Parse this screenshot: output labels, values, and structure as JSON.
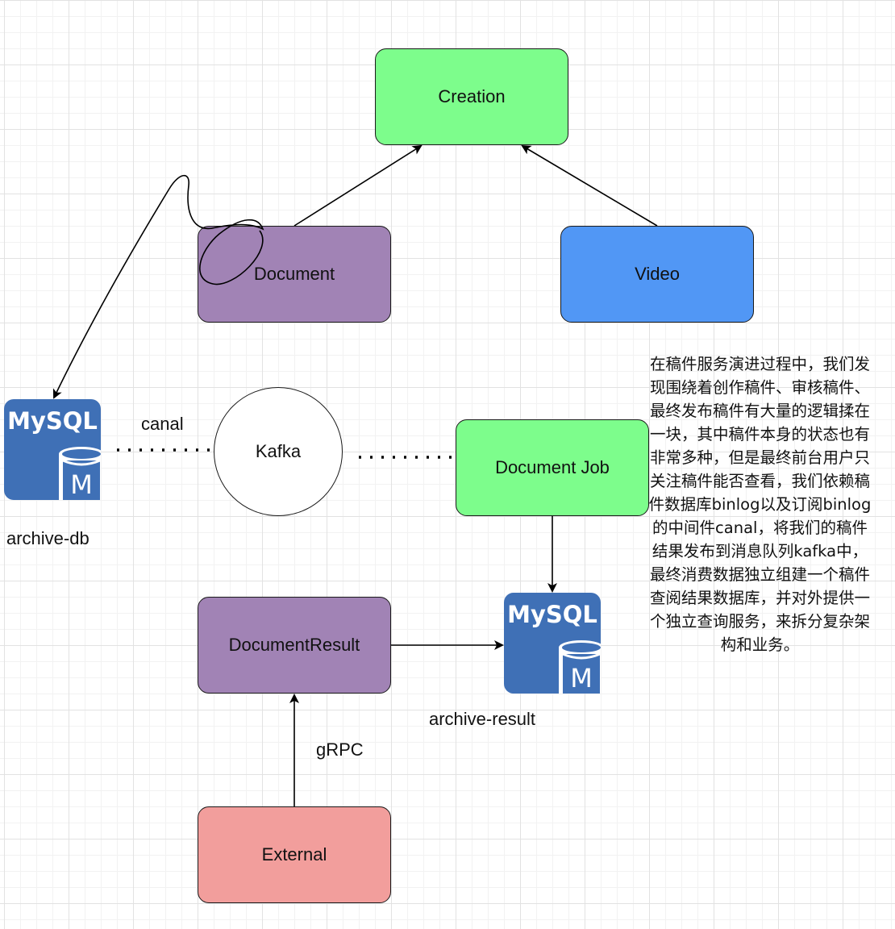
{
  "nodes": {
    "creation": "Creation",
    "document": "Document",
    "video": "Video",
    "kafka": "Kafka",
    "document_job": "Document Job",
    "document_result": "DocumentResult",
    "external": "External"
  },
  "databases": {
    "archive_db": {
      "label": "archive-db",
      "icon_text": "MySQL",
      "badge": "M"
    },
    "archive_result": {
      "label": "archive-result",
      "icon_text": "MySQL",
      "badge": "M"
    }
  },
  "edge_labels": {
    "canal": "canal",
    "grpc": "gRPC"
  },
  "note": "在稿件服务演进过程中，我们发现围绕着创作稿件、审核稿件、最终发布稿件有大量的逻辑揉在一块，其中稿件本身的状态也有非常多种，但是最终前台用户只关注稿件能否查看，我们依赖稿件数据库binlog以及订阅binlog的中间件canal，将我们的稿件结果发布到消息队列kafka中，最终消费数据独立组建一个稿件查阅结果数据库，并对外提供一个独立查询服务，来拆分复杂架构和业务。",
  "colors": {
    "creation": "#7dfd8c",
    "document": "#a183b5",
    "video": "#5197f5",
    "document_job": "#7dfd8c",
    "document_result": "#a183b5",
    "external": "#f29e9c",
    "mysql_blue": "#3f70b6"
  }
}
